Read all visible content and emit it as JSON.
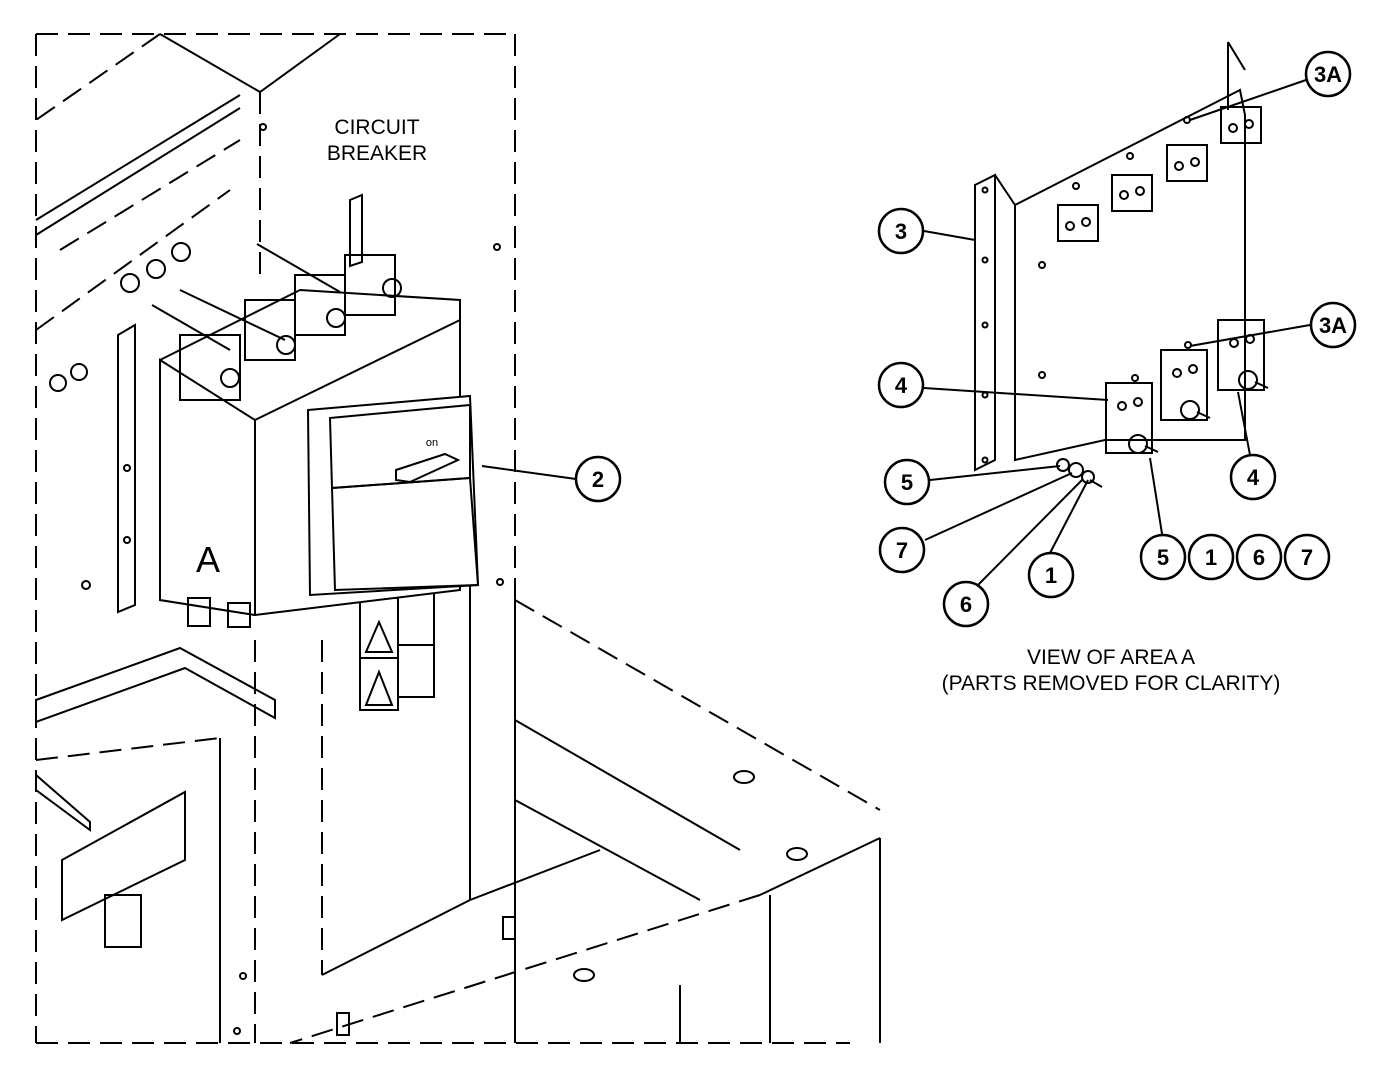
{
  "diagram": {
    "labels": {
      "breaker_line1": "CIRCUIT",
      "breaker_line2": "BREAKER",
      "area_letter": "A",
      "switch_on": "on",
      "view_line1": "VIEW OF AREA  A",
      "view_line2": "(PARTS REMOVED FOR CLARITY)"
    },
    "callouts": [
      {
        "id": "c2",
        "text": "2"
      },
      {
        "id": "c3",
        "text": "3"
      },
      {
        "id": "c3a-top",
        "text": "3A"
      },
      {
        "id": "c3a-mid",
        "text": "3A"
      },
      {
        "id": "c4-left",
        "text": "4"
      },
      {
        "id": "c4-right",
        "text": "4"
      },
      {
        "id": "c5-left",
        "text": "5"
      },
      {
        "id": "c7-left",
        "text": "7"
      },
      {
        "id": "c6-left",
        "text": "6"
      },
      {
        "id": "c1-left",
        "text": "1"
      },
      {
        "id": "c5-row",
        "text": "5"
      },
      {
        "id": "c1-row",
        "text": "1"
      },
      {
        "id": "c6-row",
        "text": "6"
      },
      {
        "id": "c7-row",
        "text": "7"
      }
    ]
  }
}
